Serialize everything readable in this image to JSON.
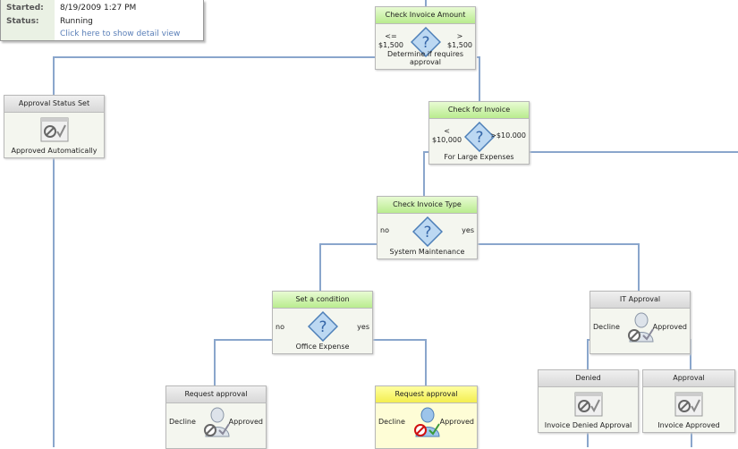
{
  "info": {
    "started_label": "Started:",
    "started_value": "8/19/2009 1:27 PM",
    "status_label": "Status:",
    "status_value": "Running",
    "detail_link": "Click here to show detail view"
  },
  "nodes": {
    "amount": {
      "title": "Check Invoice Amount",
      "left": "<=\n$1,500",
      "right": ">\n$1,500",
      "footer": "Determine if requires approval"
    },
    "status_set": {
      "title": "Approval Status Set",
      "footer": "Approved Automatically"
    },
    "check_invoice": {
      "title": "Check for Invoice",
      "left": "<\n$10,000",
      "right": ">$10.000",
      "footer": "For Large Expenses"
    },
    "type": {
      "title": "Check Invoice Type",
      "left": "no",
      "right": "yes",
      "footer": "System Maintenance"
    },
    "condition": {
      "title": "Set a condition",
      "left": "no",
      "right": "yes",
      "footer": "Office Expense"
    },
    "it": {
      "title": "IT Approval",
      "left": "Decline",
      "right": "Approved"
    },
    "req1": {
      "title": "Request approval",
      "left": "Decline",
      "right": "Approved"
    },
    "req2": {
      "title": "Request approval",
      "left": "Decline",
      "right": "Approved"
    },
    "denied": {
      "title": "Denied",
      "footer": "Invoice Denied Approval"
    },
    "approval": {
      "title": "Approval",
      "footer": "Invoice Approved"
    }
  }
}
